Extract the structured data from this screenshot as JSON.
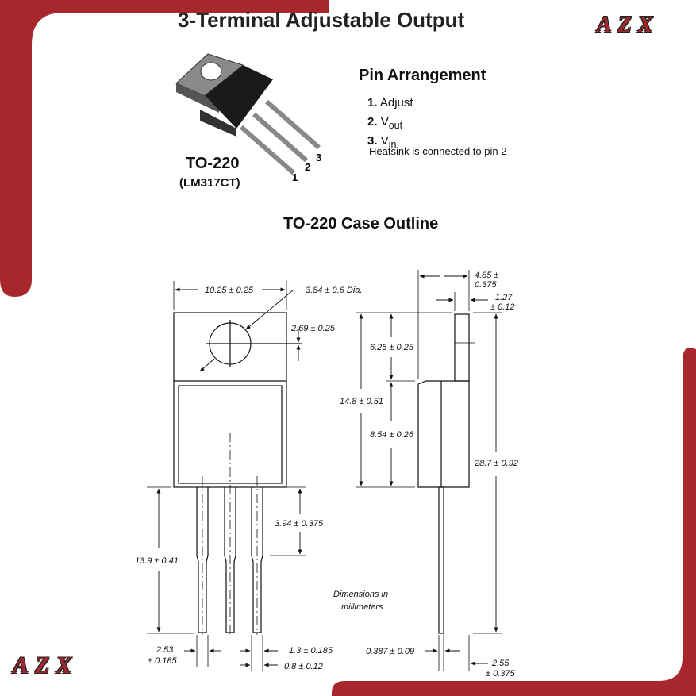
{
  "header": {
    "title": "3-Terminal Adjustable Output",
    "brand": "AZX"
  },
  "pin_arrangement": {
    "title": "Pin Arrangement",
    "pins": [
      {
        "num": "1.",
        "label": "Adjust",
        "sub": ""
      },
      {
        "num": "2.",
        "label": "V",
        "sub": "out"
      },
      {
        "num": "3.",
        "label": "V",
        "sub": "in"
      }
    ],
    "note": "Heatsink is connected to pin 2"
  },
  "package": {
    "name": "TO-220",
    "part": "(LM317CT)",
    "pin_numbers": [
      "1",
      "2",
      "3"
    ]
  },
  "outline": {
    "title": "TO-220 Case Outline",
    "dims": {
      "d1": "10.25 ± 0.25",
      "d2": "3.84 ± 0.6 Dia.",
      "d3": "2.69 ± 0.25",
      "d4": "13.9 ± 0.41",
      "d5": "3.94 ± 0.375",
      "d6a": "2.53",
      "d6b": "± 0.185",
      "d7": "1.3 ± 0.185",
      "d8": "0.8 ± 0.12",
      "d9a": "4.85 ±",
      "d9b": "0.375",
      "d10a": "1.27",
      "d10b": "± 0.12",
      "d11": "6.26 ± 0.25",
      "d12": "14.8 ± 0.51",
      "d13": "8.54 ± 0.26",
      "d14": "28.7 ± 0.92",
      "d15": "0.387 ± 0.09",
      "d16a": "2.55",
      "d16b": "± 0.375"
    },
    "units_note_1": "Dimensions in",
    "units_note_2": "millimeters"
  },
  "colors": {
    "frame": "#a8272c",
    "brand": "#9e2a2f"
  }
}
